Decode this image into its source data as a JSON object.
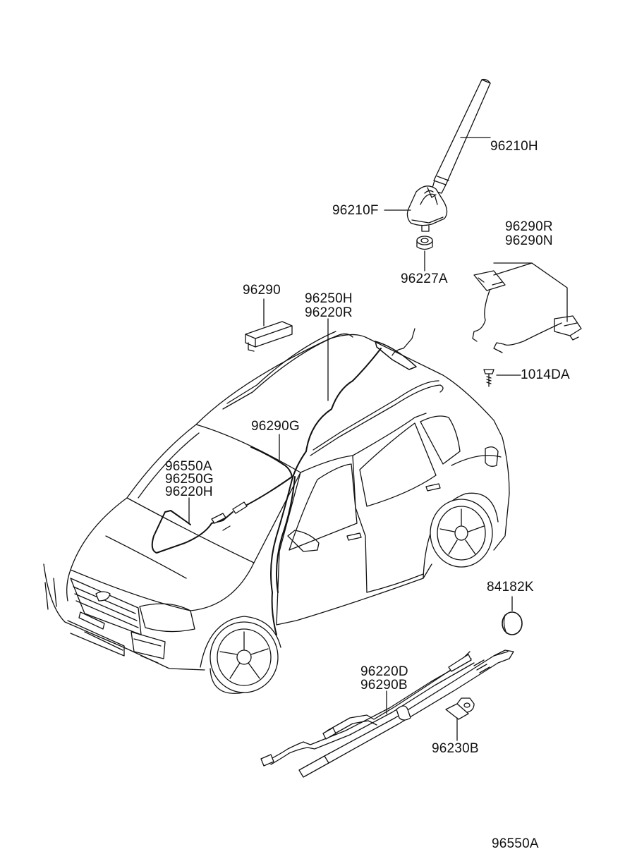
{
  "diagram": {
    "part_labels": [
      {
        "id": "ant-mast",
        "text": "96210H"
      },
      {
        "id": "ant-base",
        "text": "96210F"
      },
      {
        "id": "ant-nut",
        "text": "96227A"
      },
      {
        "id": "bracket-r",
        "text": "96290R"
      },
      {
        "id": "bracket-n",
        "text": "96290N"
      },
      {
        "id": "bolt",
        "text": "1014DA"
      },
      {
        "id": "module",
        "text": "96290"
      },
      {
        "id": "roof-cable-h",
        "text": "96250H"
      },
      {
        "id": "roof-cable-r",
        "text": "96220R"
      },
      {
        "id": "windshield-cable",
        "text": "96290G"
      },
      {
        "id": "front-a",
        "text": "96550A"
      },
      {
        "id": "front-g",
        "text": "96250G"
      },
      {
        "id": "front-h",
        "text": "96220H"
      },
      {
        "id": "grommet",
        "text": "84182K"
      },
      {
        "id": "ext-cable-d",
        "text": "96220D"
      },
      {
        "id": "ext-cable-b",
        "text": "96290B"
      },
      {
        "id": "clamp",
        "text": "96230B"
      }
    ],
    "drawing_id": "96550A"
  }
}
